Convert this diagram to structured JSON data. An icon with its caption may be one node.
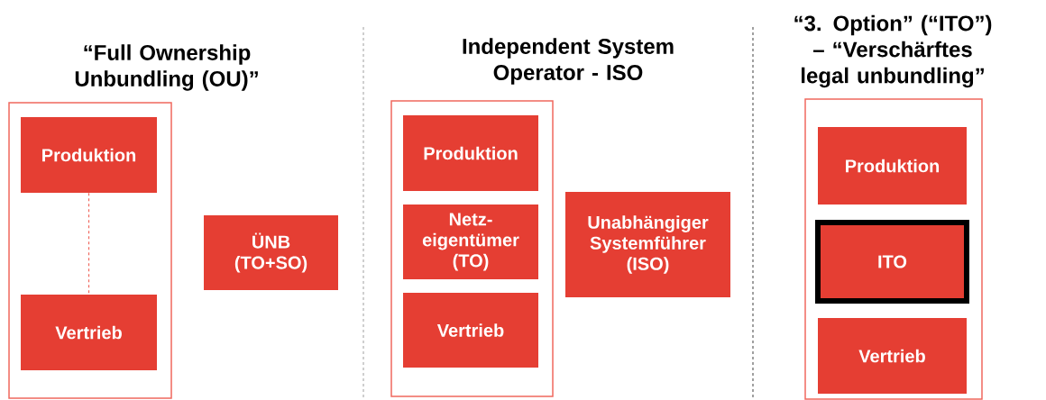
{
  "diagram": {
    "nodes": [
      {
        "text": [],
        "shape": "box"
      },
      {
        "text": [
          "Produktion"
        ],
        "in": 0
      },
      {
        "text": [
          "Vertrieb"
        ],
        "in": 0
      },
      {
        "text": [
          "ÜNB (TO+SO)"
        ]
      },
      {
        "text": [],
        "shape": "box"
      },
      {
        "text": [
          "Produktion"
        ],
        "in": 4
      },
      {
        "text": [
          "Netz- eigentümer (TO)"
        ],
        "in": 4
      },
      {
        "text": [
          "Vertrieb"
        ],
        "in": 4
      },
      {
        "text": [
          "Unabhängiger Systemführer (ISO)"
        ]
      },
      {
        "text": [],
        "shape": "box"
      },
      {
        "text": [
          "Produktion"
        ],
        "in": 9
      },
      {
        "text": [
          "ITO"
        ],
        "in": 9
      },
      {
        "text": [
          "Vertrieb"
        ],
        "in": 9
      }
    ],
    "edges": [
      {
        "from": 1,
        "to": 2,
        "arrow": "none",
        "style": "dashed"
      }
    ],
    "labels": [
      "“Full Ownership Unbundling (OU)”",
      "Independent System Operator - ISO",
      "“3. Option” (“ITO”) – “Verschärftes legal unbundling”"
    ]
  }
}
